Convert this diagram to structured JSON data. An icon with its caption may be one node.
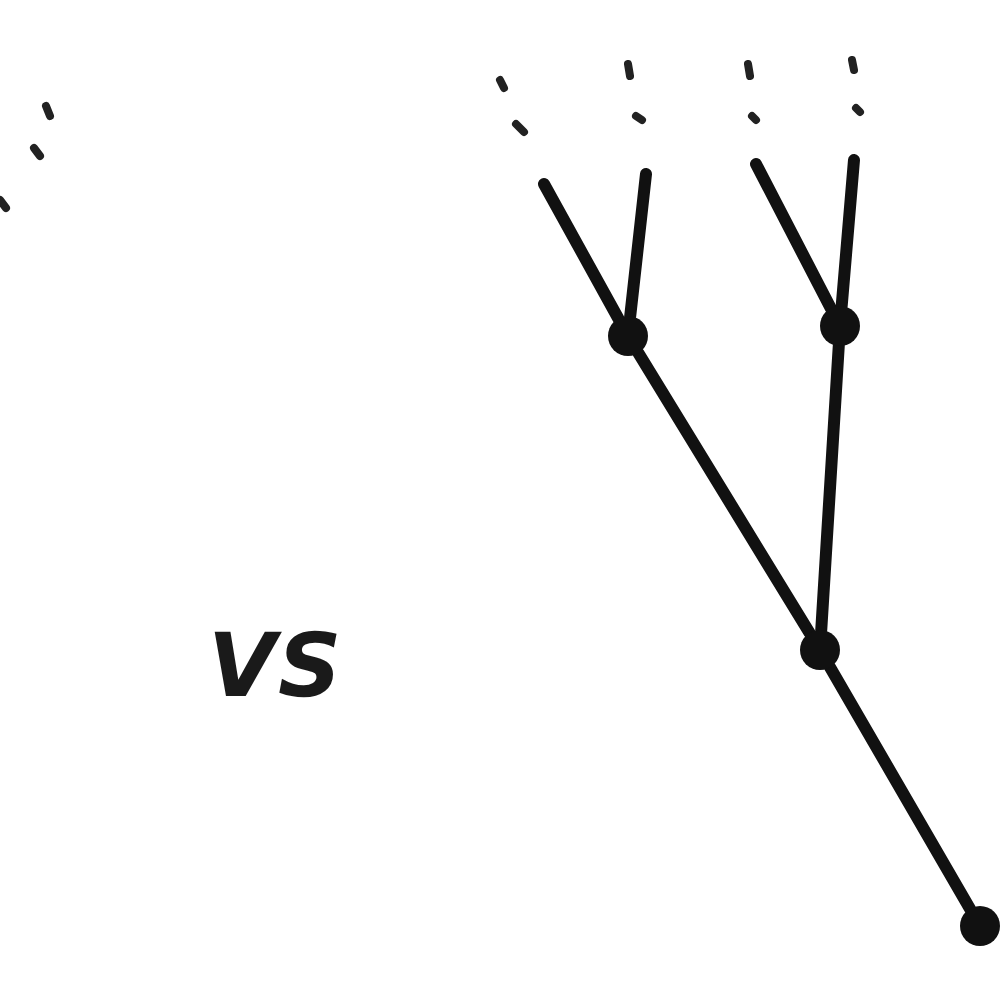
{
  "diagram": {
    "nodes": [
      {
        "text": [],
        "shape": "circle"
      },
      {
        "text": [],
        "shape": "circle"
      },
      {
        "text": [],
        "shape": "circle"
      },
      {
        "text": [],
        "shape": "circle"
      }
    ],
    "edges": [
      {
        "from": 3,
        "to": 2,
        "arrow": "none"
      },
      {
        "from": 2,
        "to": 0,
        "arrow": "none"
      },
      {
        "from": 2,
        "to": 1,
        "arrow": "none"
      },
      {
        "from": 0,
        "to": null,
        "arrow": "none"
      },
      {
        "from": 0,
        "to": null,
        "arrow": "none"
      },
      {
        "from": 1,
        "to": null,
        "arrow": "none"
      },
      {
        "from": 1,
        "to": null,
        "arrow": "none"
      }
    ],
    "labels": [
      "VS"
    ]
  }
}
